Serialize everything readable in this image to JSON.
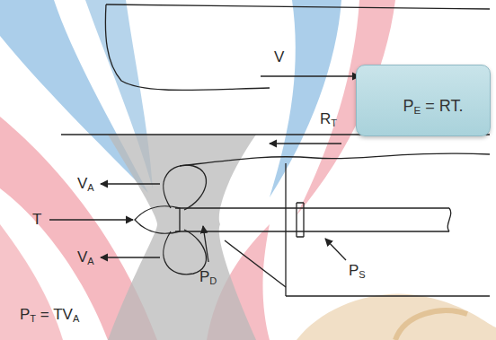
{
  "diagram": {
    "nodes": [
      {
        "text": [
          "PE = RT."
        ]
      }
    ],
    "labels": [
      "V",
      "RT",
      "VA",
      "VA",
      "T",
      "PD",
      "PS",
      "PT = TVA"
    ]
  }
}
